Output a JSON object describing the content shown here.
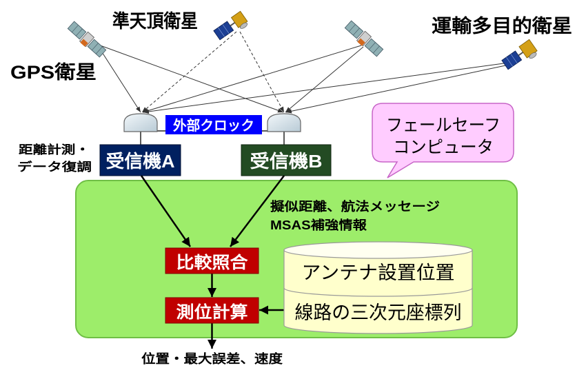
{
  "labels": {
    "qzs_satellite": "準天頂衛星",
    "mtsat_satellite": "運輸多目的衛星",
    "gps_satellite": "GPS衛星"
  },
  "clock": {
    "label": "外部クロック"
  },
  "left_note": {
    "line1": "距離計測・",
    "line2": "データ復調"
  },
  "receivers": {
    "a": "受信機A",
    "b": "受信機B"
  },
  "callout": {
    "line1": "フェールセーフ",
    "line2": "コンピュータ"
  },
  "data_note": {
    "line1": "擬似距離、航法メッセージ",
    "line2": "MSAS補強情報"
  },
  "process": {
    "compare": "比較照合",
    "positioning": "測位計算"
  },
  "database": {
    "item1": "アンテナ設置位置",
    "item2": "線路の三次元座標列"
  },
  "output": {
    "label": "位置・最大誤差、速度"
  },
  "icons": {
    "satellite": "satellite-icon",
    "antenna": "antenna-icon",
    "database": "database-cylinder-icon"
  },
  "colors": {
    "clock": "#0000ff",
    "receiver_a": "#002060",
    "receiver_b": "#234b23",
    "process": "#c00000",
    "failsafe_area": "#9ded6a",
    "callout": "#ffccff",
    "database": "#ffffcc"
  }
}
